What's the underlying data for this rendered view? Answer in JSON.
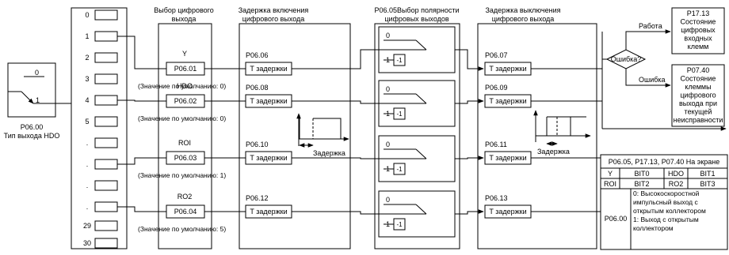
{
  "hdo_selector": {
    "top_label": "0",
    "bottom_label": "1",
    "code": "P06.00",
    "caption": "Тип выхода HDO"
  },
  "terminal_list": {
    "items": [
      "0",
      "1",
      "2",
      "3",
      "4",
      "5",
      ".",
      ".",
      ".",
      ".",
      "29",
      "30"
    ]
  },
  "output_select": {
    "header": [
      "Выбор цифрового",
      "выхода"
    ],
    "rows": [
      {
        "name": "Y",
        "code": "P06.01",
        "default": "(Значение по умолчанию: 0)"
      },
      {
        "name": "HDO",
        "code": "P06.02",
        "default": "(Значение по умолчанию: 0)"
      },
      {
        "name": "ROI",
        "code": "P06.03",
        "default": "(Значение по умолчанию: 1)"
      },
      {
        "name": "RO2",
        "code": "P06.04",
        "default": "(Значение по умолчанию: 5)"
      }
    ]
  },
  "on_delay": {
    "header": [
      "Задержка включения",
      "цифрового выхода"
    ],
    "codes": [
      "P06.06",
      "P06.08",
      "P06.10",
      "P06.12"
    ],
    "box_label": "T задержки",
    "timing_label": "Задержка"
  },
  "polarity": {
    "header": [
      "P06.05Выбор полярности",
      "цифровых выходов"
    ],
    "zero": "0",
    "one": "1",
    "invert": "-1"
  },
  "off_delay": {
    "header": [
      "Задержка выключения",
      "цифрового выхода"
    ],
    "codes": [
      "P06.07",
      "P06.09",
      "P06.11",
      "P06.13"
    ],
    "box_label": "T задержки",
    "timing_label": "Задержка"
  },
  "fault_logic": {
    "decision": "Ошибка?",
    "work_label": "Работа",
    "fault_label": "Ошибка",
    "p1713_lines": [
      "P17.13",
      "Состояние",
      "цифровых",
      "входных",
      "клемм"
    ],
    "p0740_lines": [
      "P07.40",
      "Состояние",
      "клеммы",
      "цифрового",
      "выхода при",
      "текущей",
      "неисправности"
    ]
  },
  "display_table": {
    "title": "P06.05, P17.13, P07.40 На экране",
    "row1": [
      "Y",
      "BIT0",
      "HDO",
      "BIT1"
    ],
    "row2": [
      "ROI",
      "BIT2",
      "RO2",
      "BIT3"
    ],
    "p0600_label": "P06.00",
    "p0600_desc": [
      "0: Высокоскоростной",
      "импульсный выход с",
      "открытым коллектором",
      "1: Выход  с открытым",
      "коллектором"
    ]
  }
}
